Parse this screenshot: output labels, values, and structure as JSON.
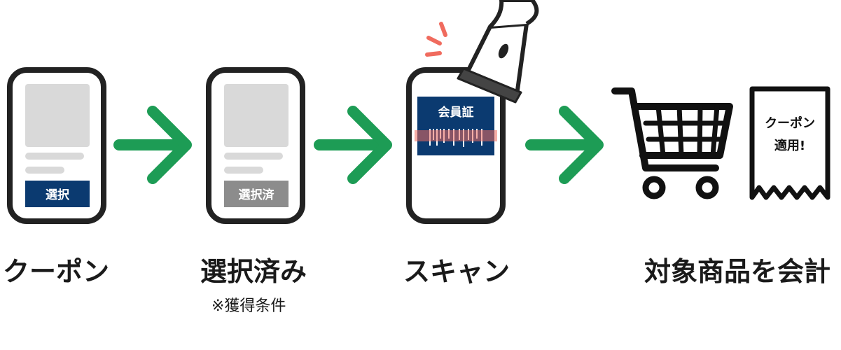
{
  "steps": [
    {
      "label": "クーポン",
      "phone_button": "選択"
    },
    {
      "label": "選択済み",
      "note": "※獲得条件",
      "phone_button": "選択済"
    },
    {
      "label": "スキャン",
      "card_title": "会員証"
    },
    {
      "label": "対象商品を会計",
      "receipt_line1": "クーポン",
      "receipt_line2": "適用!"
    }
  ],
  "colors": {
    "arrow": "#1d9c55",
    "navy": "#0b3a70",
    "selected_gray": "#8c8c8c",
    "placeholder_gray": "#d9d9d9",
    "outline": "#222222",
    "scan_red": "#f06b5e"
  },
  "icons": [
    "phone-icon",
    "arrow-right-icon",
    "barcode-scanner-icon",
    "shopping-cart-icon",
    "receipt-icon"
  ]
}
